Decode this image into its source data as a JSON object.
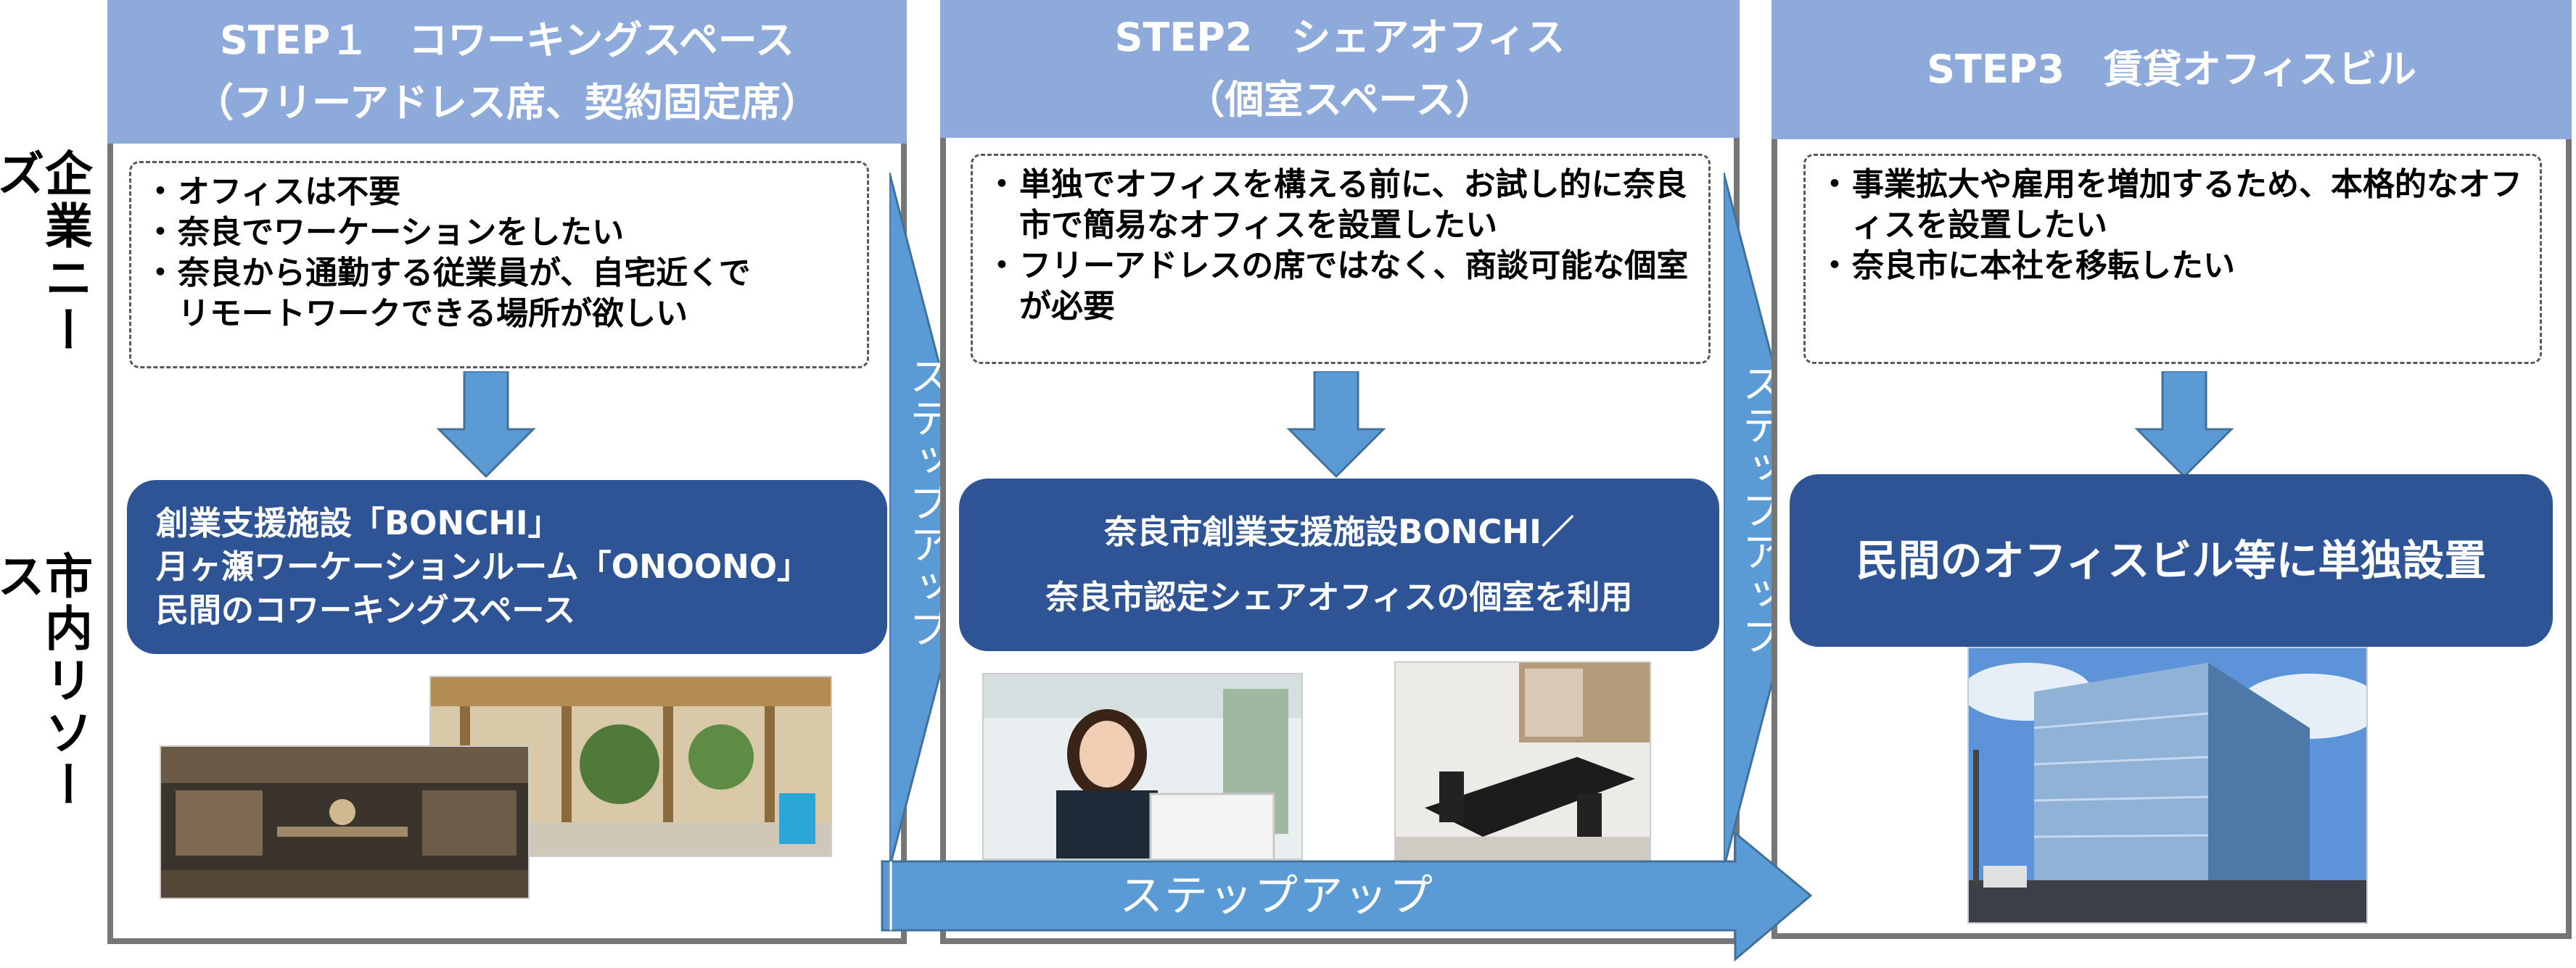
{
  "row_labels": {
    "needs": "企業ニーズ",
    "resources": "市内リソース"
  },
  "steps": [
    {
      "header_line1": "STEP１　コワーキングスペース",
      "header_line2": "（フリーアドレス席、契約固定席）",
      "needs": [
        "オフィスは不要",
        "奈良でワーケーションをしたい",
        "奈良から通勤する従業員が、自宅近くでリモートワークできる場所が欲しい"
      ],
      "resource_lines": [
        "創業支援施設「BONCHI」",
        "月ヶ瀬ワーケーションルーム「ONOONO」",
        "民間のコワーキングスペース"
      ]
    },
    {
      "header_line1": "STEP2　シェアオフィス",
      "header_line2": "（個室スペース）",
      "needs": [
        "単独でオフィスを構える前に、お試し的に奈良市で簡易なオフィスを設置したい",
        "フリーアドレスの席ではなく、商談可能な個室が必要"
      ],
      "resource_lines": [
        "奈良市創業支援施設BONCHI／",
        "奈良市認定シェアオフィスの個室を利用"
      ]
    },
    {
      "header_line1": "STEP3　賃貸オフィスビル",
      "needs": [
        "事業拡大や雇用を増加するため、本格的なオフィスを設置したい",
        "奈良市に本社を移転したい"
      ],
      "resource_lines": [
        "民間のオフィスビル等に単独設置"
      ]
    }
  ],
  "step_up_label": "ステップアップ",
  "colors": {
    "header": "#8eaadb",
    "resource": "#2f5496",
    "arrow": "#5b9bd5",
    "frame": "#767676"
  }
}
